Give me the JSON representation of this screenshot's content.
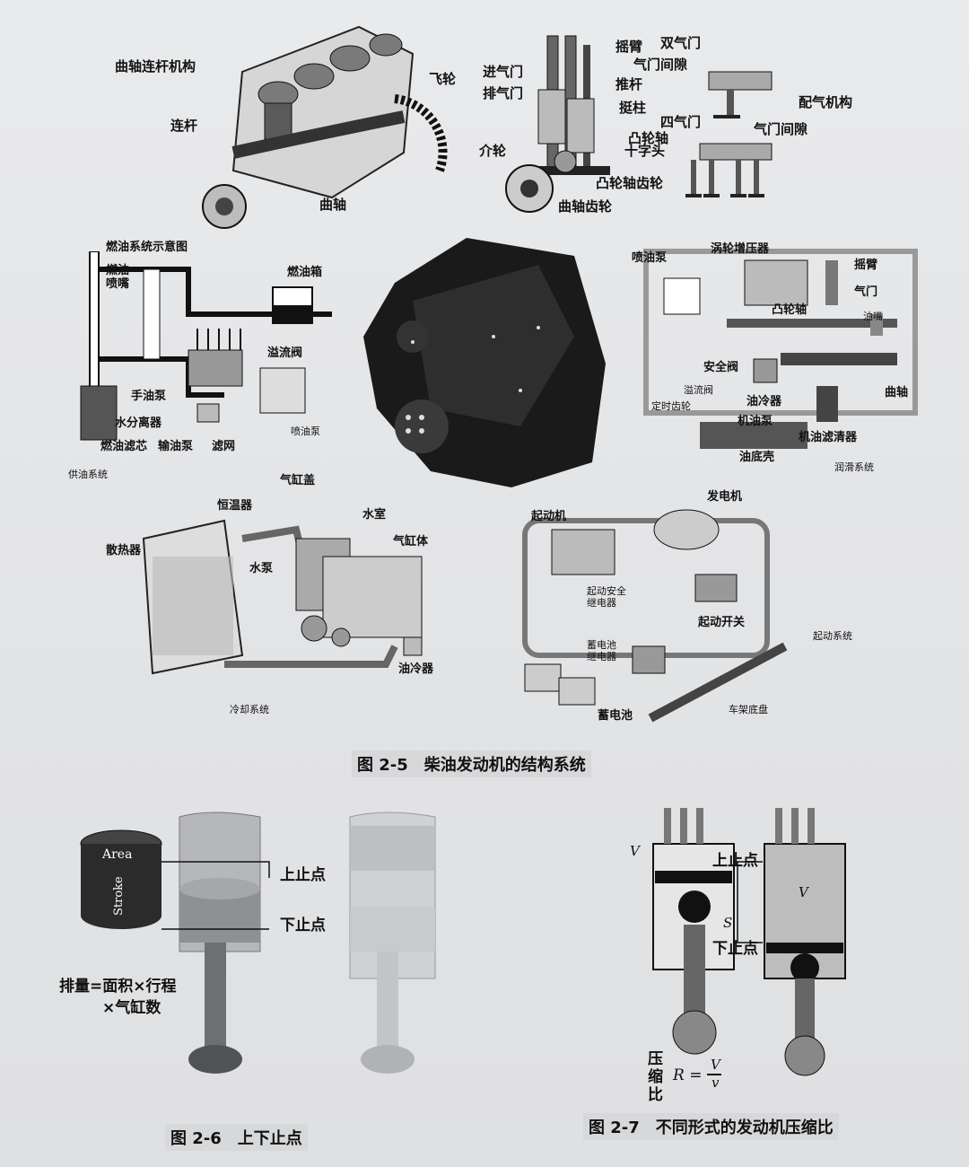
{
  "fig25": {
    "caption": "图 2-5　柴油发动机的结构系统",
    "crank": {
      "title": "曲轴连杆机构",
      "flywheel": "飞轮",
      "rod": "连杆",
      "crankshaft": "曲轴"
    },
    "valvetrain": {
      "rocker": "摇臂",
      "intake": "进气门",
      "exhaust": "排气门",
      "pushrod": "推杆",
      "tappet": "挺柱",
      "camshaft": "凸轮轴",
      "idler": "介轮",
      "cam_gear": "凸轮轴齿轮",
      "crank_gear": "曲轴齿轮",
      "double_valve": "双气门",
      "lash1": "气门间隙",
      "title": "配气机构",
      "four_valve": "四气门",
      "lash2": "气门间隙",
      "crosshead": "十字头"
    },
    "fuel": {
      "diagram": "燃油系统示意图",
      "injector": "燃油\n喷嘴",
      "tank": "燃油箱",
      "overflow": "溢流阀",
      "hand_pump": "手油泵",
      "separator": "水分离器",
      "filter_core": "燃油滤芯",
      "transfer_pump": "输油泵",
      "screen": "滤网",
      "inj_pump": "喷油泵",
      "system": "供油系统"
    },
    "lube": {
      "inj_pump": "喷油泵",
      "turbo": "涡轮增压器",
      "rocker": "摇臂",
      "valve": "气门",
      "camshaft": "凸轮轴",
      "oil_nozzle": "油嘴",
      "safety_valve": "安全阀",
      "overflow": "溢流阀",
      "timing_gear": "定时齿轮",
      "cooler": "油冷器",
      "oil_pump": "机油泵",
      "crankshaft": "曲轴",
      "oil_filter": "机油滤清器",
      "sump": "油底壳",
      "system": "润滑系统"
    },
    "cooling": {
      "thermostat": "恒温器",
      "head": "气缸盖",
      "water_jacket": "水室",
      "block": "气缸体",
      "radiator": "散热器",
      "water_pump": "水泵",
      "oil_cooler": "油冷器",
      "system": "冷却系统"
    },
    "starting": {
      "starter": "起动机",
      "generator": "发电机",
      "safety_relay": "起动安全\n继电器",
      "start_switch": "起动开关",
      "system": "起动系统",
      "batt_relay": "蓄电池\n继电器",
      "battery": "蓄电池",
      "chassis": "车架底盘"
    }
  },
  "fig26": {
    "caption": "图 2-6　上下止点",
    "area": "Area",
    "stroke": "Stroke",
    "tdc": "上止点",
    "bdc": "下止点",
    "formula_line1": "排量=面积×行程",
    "formula_line2": "×气缸数"
  },
  "fig27": {
    "caption": "图 2-7　不同形式的发动机压缩比",
    "v_small": "V",
    "tdc": "上止点",
    "s": "S",
    "bdc": "下止点",
    "v_big": "V",
    "ratio_label": "压\n缩\n比",
    "ratio_formula": "R =",
    "ratio_num": "V",
    "ratio_den": "v"
  },
  "colors": {
    "ink": "#111111",
    "paper": "#e4e5e7",
    "engine_photo": "#1a1a1a",
    "piston_gray": "#8e9093"
  }
}
